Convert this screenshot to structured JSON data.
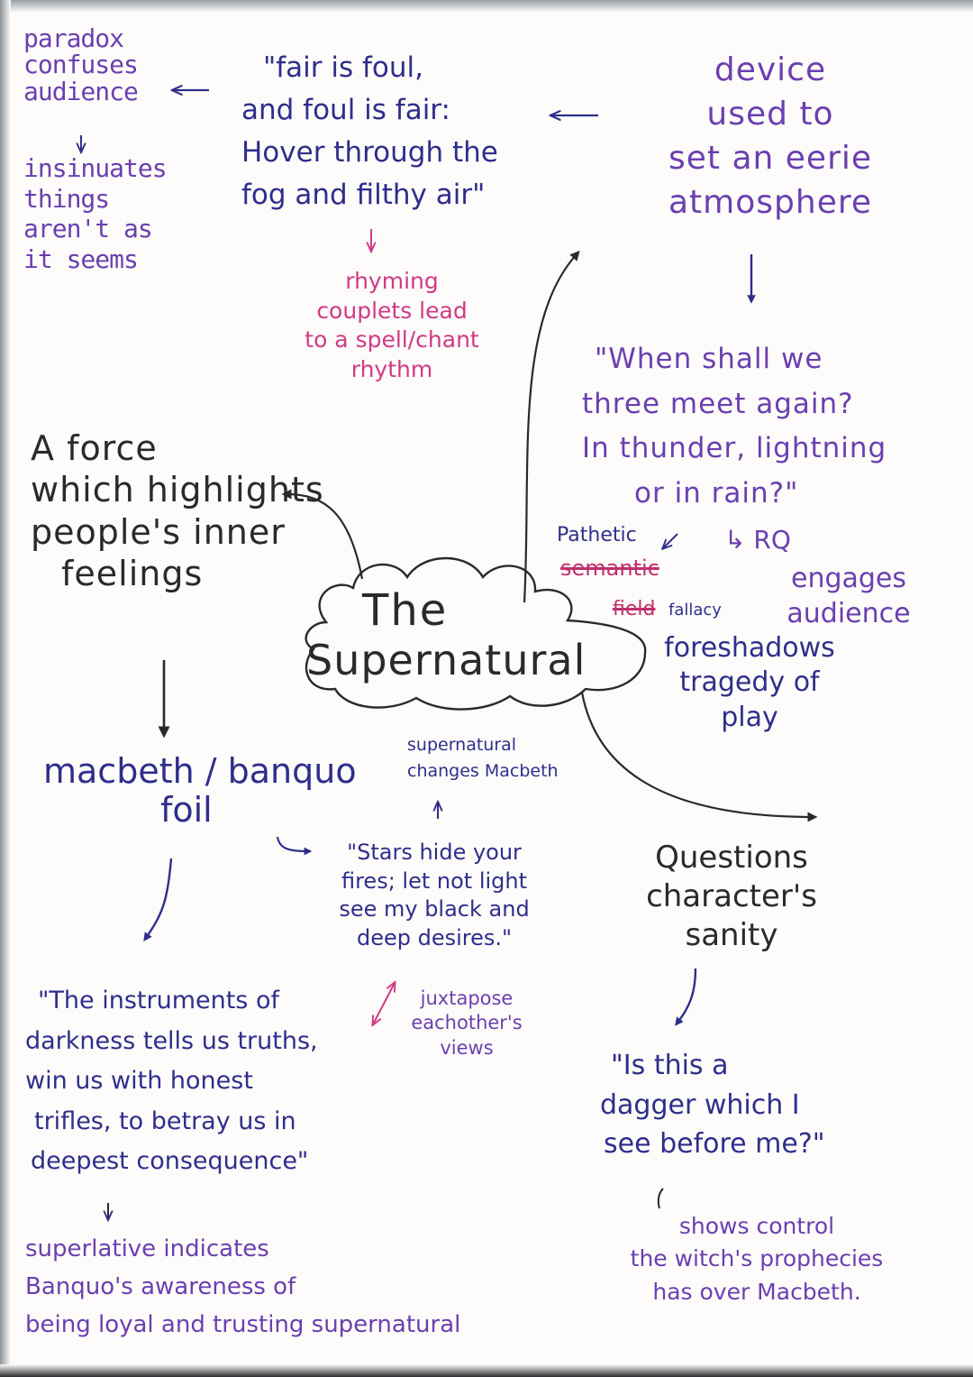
{
  "colors": {
    "purple": "#6b3fb0",
    "navy": "#2f2e8c",
    "black": "#2a2a2a",
    "pink": "#d03a86",
    "paper": "#fdfcfa"
  },
  "center": {
    "line1": "The",
    "line2": "Supernatural"
  },
  "paradox": {
    "lines": [
      "paradox",
      "confuses",
      "audience"
    ]
  },
  "insinuates": {
    "lines": [
      "insinuates",
      "things",
      "aren't as",
      "it seems"
    ]
  },
  "quote_fair": {
    "lines": [
      "\"fair is foul,",
      "and foul is fair:",
      "Hover through the",
      "fog and filthy air\""
    ]
  },
  "rhyming": {
    "lines": [
      "rhyming",
      "couplets lead",
      "to a spell/chant",
      "rhythm"
    ]
  },
  "device": {
    "lines": [
      "device",
      "used to",
      "set an eerie",
      "atmosphere"
    ]
  },
  "quote_when": {
    "lines": [
      "\"When shall we",
      "three meet again?",
      "In thunder, lightning",
      "or in rain?\""
    ]
  },
  "pathetic": {
    "label": "Pathetic",
    "struck1": "semantic",
    "struck2": "field",
    "fallacy": "fallacy"
  },
  "rq": {
    "label": "↳ RQ",
    "lines": [
      "engages",
      "audience"
    ]
  },
  "foreshadows": {
    "lines": [
      "foreshadows",
      "tragedy of",
      "play"
    ]
  },
  "force": {
    "lines": [
      "A force",
      "which highlights",
      "people's inner",
      "feelings"
    ]
  },
  "foil": {
    "lines": [
      "macbeth / banquo",
      "foil"
    ]
  },
  "supernatural_changes": {
    "lines": [
      "supernatural",
      "changes Macbeth"
    ]
  },
  "quote_stars": {
    "lines": [
      "\"Stars hide your",
      "fires; let not light",
      "see my black and",
      "deep desires.\""
    ]
  },
  "juxtapose": {
    "lines": [
      "juxtapose",
      "eachother's",
      "views"
    ]
  },
  "quote_instruments": {
    "lines": [
      "\"The instruments of",
      "darkness tells us truths,",
      "win us with honest",
      "trifles, to betray us in",
      "deepest consequence\""
    ]
  },
  "superlative": {
    "lines": [
      "superlative indicates",
      "Banquo's awareness of",
      "being loyal and trusting supernatural"
    ]
  },
  "questions": {
    "lines": [
      "Questions",
      "character's",
      "sanity"
    ]
  },
  "quote_dagger": {
    "lines": [
      "\"Is this a",
      "dagger which I",
      "see before me?\""
    ]
  },
  "shows": {
    "lines": [
      "shows control",
      "the witch's prophecies",
      "has over Macbeth."
    ]
  }
}
